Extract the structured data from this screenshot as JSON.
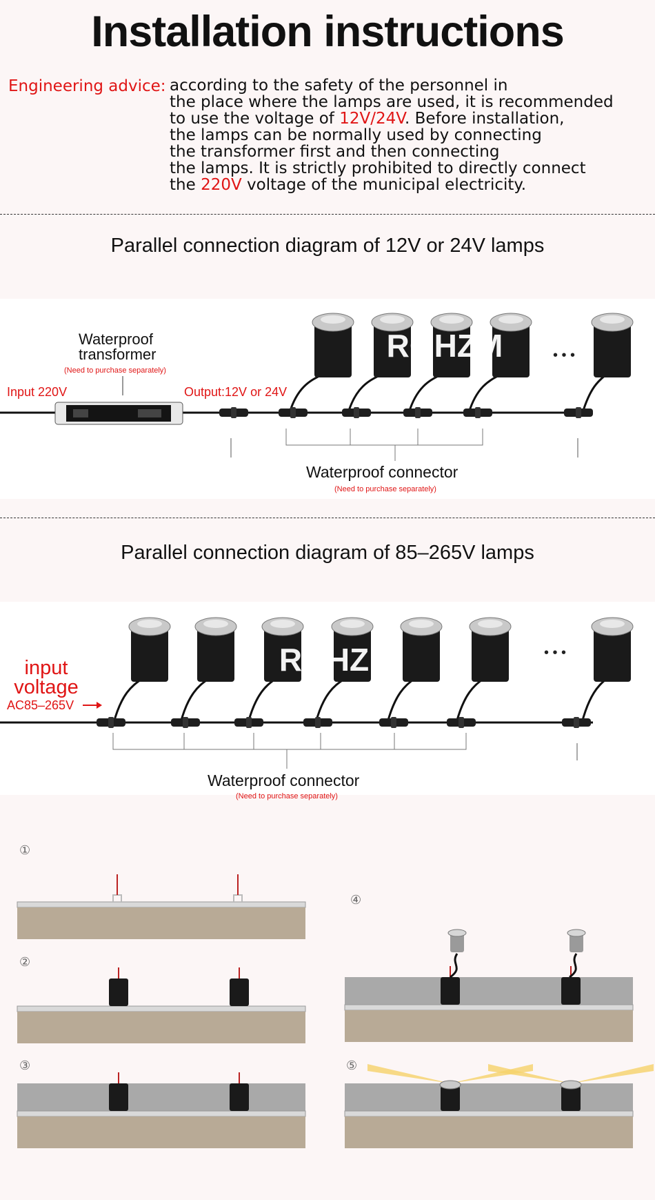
{
  "title": "Installation instructions",
  "advice": {
    "label": "Engineering advice:",
    "line1": "according to the safety of the personnel in",
    "line2": "the place where the lamps are used, it is recommended",
    "line3_pre": "to use the voltage of ",
    "line3_hl": "12V/24V",
    "line3_post": ". Before installation,",
    "line4": "the lamps can be normally used by connecting",
    "line5": "the transformer first and then connecting",
    "line6": "the lamps. It is strictly prohibited to directly connect",
    "line7_pre": "the ",
    "line7_hl": "220V",
    "line7_post": " voltage of the municipal electricity."
  },
  "diagram1": {
    "title": "Parallel connection diagram of 12V or 24V lamps",
    "transformer_line1": "Waterproof",
    "transformer_line2": "transformer",
    "transformer_note": "(Need to purchase separately)",
    "input_label": "Input 220V",
    "output_label": "Output:12V or 24V",
    "connector_label": "Waterproof connector",
    "connector_note": "(Need to purchase separately)",
    "ellipsis": "• • •",
    "watermark": "RGHZM"
  },
  "diagram2": {
    "title": "Parallel connection diagram of 85–265V lamps",
    "input_line1": "input",
    "input_line2": "voltage",
    "input_ac": "AC85–265V",
    "connector_label": "Waterproof connector",
    "connector_note": "(Need to purchase separately)",
    "ellipsis": "• • •",
    "watermark": "RGHZ"
  },
  "steps": [
    "①",
    "②",
    "③",
    "④",
    "⑤"
  ],
  "colors": {
    "accent_red": "#e01515",
    "lamp_black": "#1a1a1a",
    "concrete": "#a9a9a9",
    "soil": "#b8aa96"
  }
}
